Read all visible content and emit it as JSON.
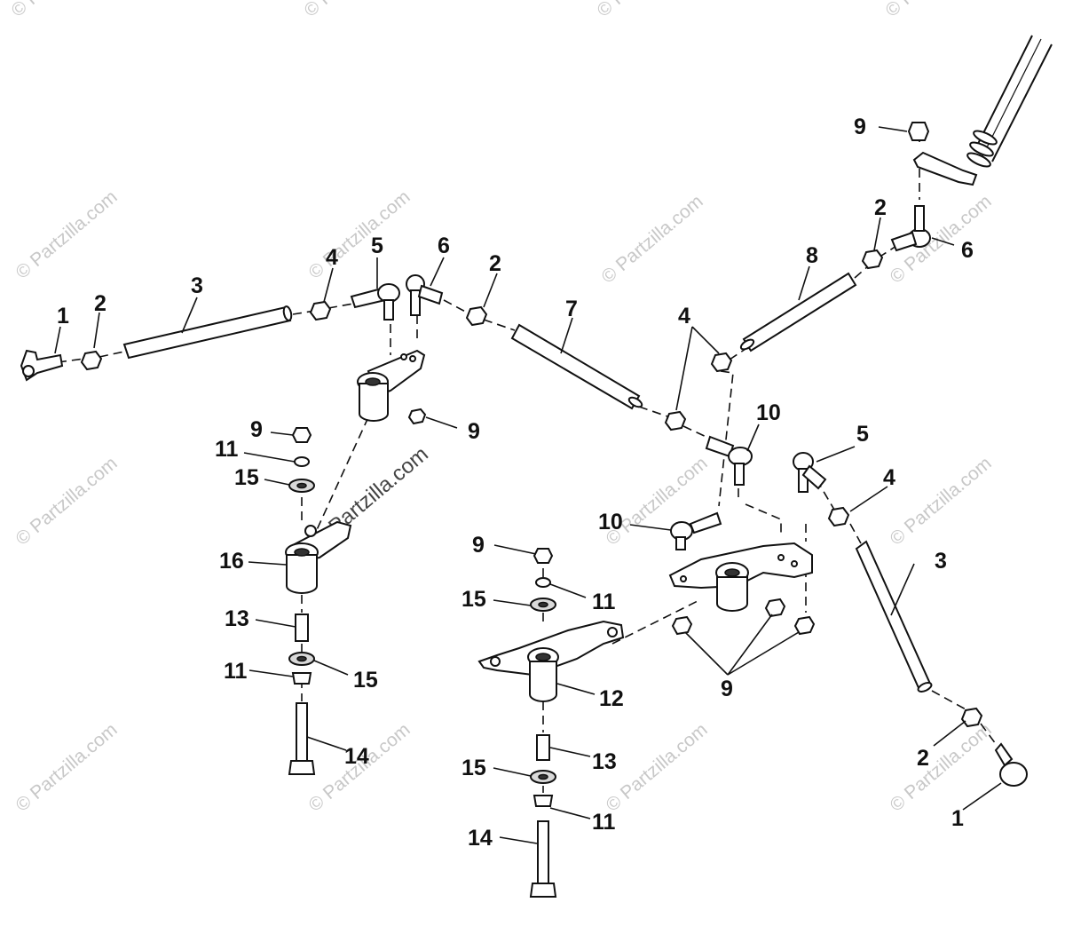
{
  "watermark": "© Partzilla.com",
  "watermark_main": "© Partzilla.com",
  "callouts": {
    "c1a": "1",
    "c1b": "1",
    "c2a": "2",
    "c2b": "2",
    "c2c": "2",
    "c2d": "2",
    "c3a": "3",
    "c3b": "3",
    "c4a": "4",
    "c4b": "4",
    "c4c": "4",
    "c5a": "5",
    "c5b": "5",
    "c6a": "6",
    "c6b": "6",
    "c7": "7",
    "c8": "8",
    "c9a": "9",
    "c9b": "9",
    "c9c": "9",
    "c9d": "9",
    "c9e": "9",
    "c10a": "10",
    "c10b": "10",
    "c11a": "11",
    "c11b": "11",
    "c11c": "11",
    "c11d": "11",
    "c12": "12",
    "c13a": "13",
    "c13b": "13",
    "c14a": "14",
    "c14b": "14",
    "c15a": "15",
    "c15b": "15",
    "c15c": "15",
    "c15d": "15",
    "c16": "16"
  },
  "colors": {
    "line": "#111111",
    "watermark": "#c8c8c8",
    "background": "#ffffff"
  }
}
